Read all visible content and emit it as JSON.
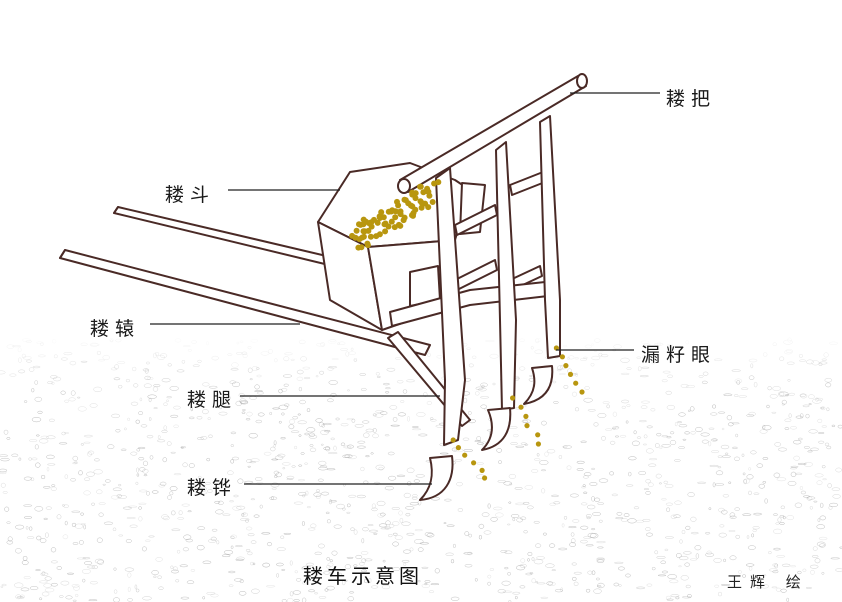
{
  "labels": {
    "lou_ba": "耧把",
    "lou_dou": "耧斗",
    "lou_yuan": "耧辕",
    "lou_tui": "耧腿",
    "lou_chan": "耧铧",
    "lou_zi_yan": "漏籽眼"
  },
  "title": "耧车示意图",
  "credit": "王辉 绘",
  "colors": {
    "wood_outline": "#4a2a26",
    "wood_fill": "#ffffff",
    "seed": "#b8960f",
    "soil_texture": "#9a9a9a",
    "leader_line": "#222222"
  }
}
